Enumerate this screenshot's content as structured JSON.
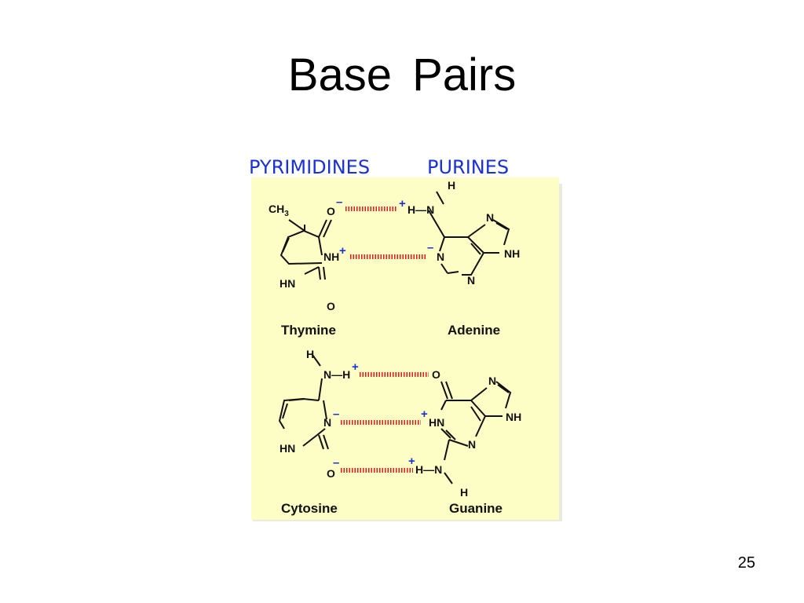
{
  "slide": {
    "title": "Base  Pairs",
    "page_number": "25"
  },
  "diagram": {
    "headers": {
      "pyrimidines": "PYRIMIDINES",
      "purines": "PURINES"
    },
    "names": {
      "thymine": "Thymine",
      "adenine": "Adenine",
      "cytosine": "Cytosine",
      "guanine": "Guanine"
    },
    "atoms": {
      "ch3": "CH",
      "ch3_sub": "3",
      "o": "O",
      "nh": "NH",
      "hn": "HN",
      "n": "N",
      "h": "H",
      "h_n": "H—N"
    },
    "charges": {
      "minus": "–",
      "plus": "+"
    },
    "colors": {
      "panel": "#fdfdc6",
      "header": "#1a31d6",
      "hbond": "#e01a1a",
      "charge": "#1a2fd0"
    }
  }
}
